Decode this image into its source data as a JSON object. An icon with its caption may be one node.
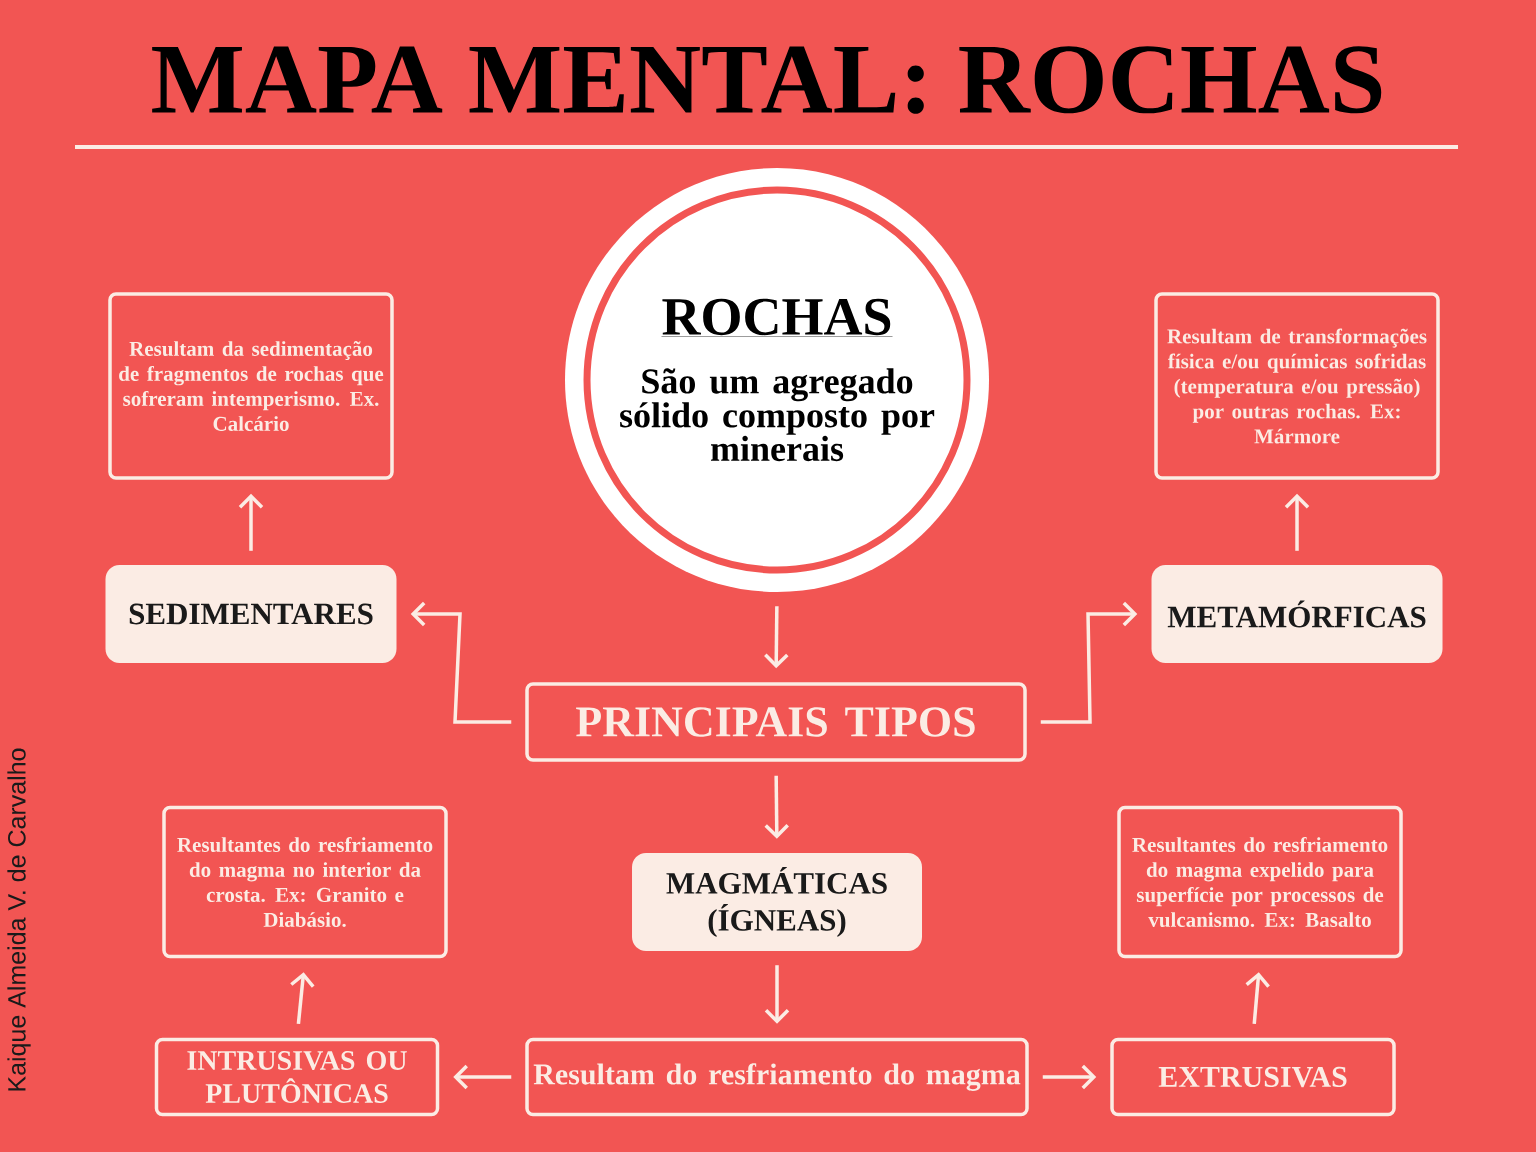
{
  "diagram": {
    "title": "MAPA MENTAL: ROCHAS",
    "nodes": [
      {
        "text": [
          "ROCHAS",
          "São um agregado sólido composto por minerais"
        ]
      },
      {
        "text": [
          "PRINCIPAIS TIPOS"
        ]
      },
      {
        "text": [
          "SEDIMENTARES"
        ]
      },
      {
        "text": [
          "Resultam da sedimentação de fragmentos de rochas que sofreram intemperismo. Ex. Calcário"
        ]
      },
      {
        "text": [
          "METAMÓRFICAS"
        ]
      },
      {
        "text": [
          "Resultam de transformações física e/ou químicas sofridas (temperatura e/ou pressão) por outras rochas. Ex: Mármore"
        ]
      },
      {
        "text": [
          "MAGMÁTICAS (ÍGNEAS)"
        ]
      },
      {
        "text": [
          "Resultam do resfriamento do magma"
        ]
      },
      {
        "text": [
          "INTRUSIVAS OU PLUTÔNICAS"
        ]
      },
      {
        "text": [
          "Resultantes do resfriamento do magma no interior da crosta. Ex: Granito e Diabásio."
        ]
      },
      {
        "text": [
          "EXTRUSIVAS"
        ]
      },
      {
        "text": [
          "Resultantes do resfriamento do magma expelido para superfície por processos de vulcanismo. Ex: Basalto"
        ]
      }
    ],
    "edges": [
      {
        "from": 0,
        "to": 1,
        "arrow": "to"
      },
      {
        "from": 1,
        "to": 2,
        "arrow": "to"
      },
      {
        "from": 1,
        "to": 4,
        "arrow": "to"
      },
      {
        "from": 1,
        "to": 6,
        "arrow": "to"
      },
      {
        "from": 2,
        "to": 3,
        "arrow": "to"
      },
      {
        "from": 4,
        "to": 5,
        "arrow": "to"
      },
      {
        "from": 6,
        "to": 7,
        "arrow": "to"
      },
      {
        "from": 7,
        "to": 8,
        "arrow": "to"
      },
      {
        "from": 7,
        "to": 10,
        "arrow": "to"
      },
      {
        "from": 8,
        "to": 9,
        "arrow": "to"
      },
      {
        "from": 10,
        "to": 11,
        "arrow": "to"
      }
    ],
    "labels": [
      "Kaique Almeida V. de Carvalho"
    ]
  }
}
